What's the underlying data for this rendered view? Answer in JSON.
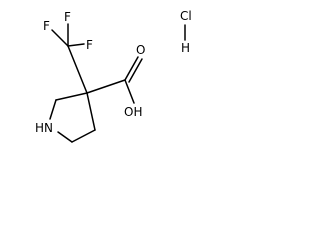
{
  "molecule": {
    "atoms": {
      "f1": "F",
      "f2": "F",
      "f3": "F",
      "nh": "HN",
      "o_carbonyl": "O",
      "oh": "OH",
      "cl": "Cl",
      "h": "H"
    }
  }
}
